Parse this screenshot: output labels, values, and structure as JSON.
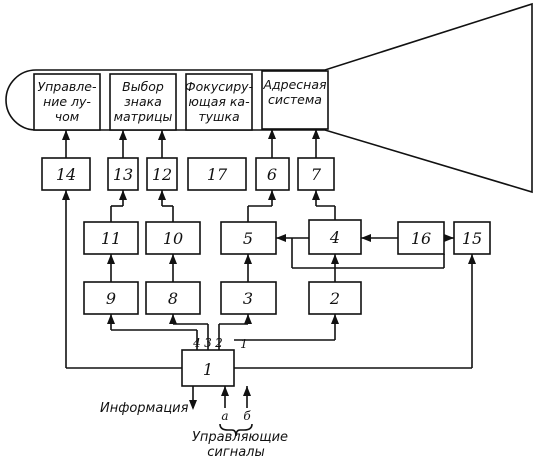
{
  "tube_blocks": {
    "beam_control": [
      "Управле-",
      "ние лу-",
      "чом"
    ],
    "char_select": [
      "Выбор",
      "знака",
      "матрицы"
    ],
    "focus_coil": [
      "Фокусиру-",
      "ющая ка-",
      "тушка"
    ],
    "address_system": [
      "Адресная",
      "система"
    ]
  },
  "blocks": {
    "b1": "1",
    "b2": "2",
    "b3": "3",
    "b4": "4",
    "b5": "5",
    "b6": "6",
    "b7": "7",
    "b8": "8",
    "b9": "9",
    "b10": "10",
    "b11": "11",
    "b12": "12",
    "b13": "13",
    "b14": "14",
    "b15": "15",
    "b16": "16",
    "b17": "17"
  },
  "port_labels": {
    "p4": "4",
    "p3": "3",
    "p2": "2",
    "p1": "1"
  },
  "io": {
    "info": "Информация",
    "a": "а",
    "b": "б",
    "control_line1": "Управляющие",
    "control_line2": "сигналы"
  }
}
